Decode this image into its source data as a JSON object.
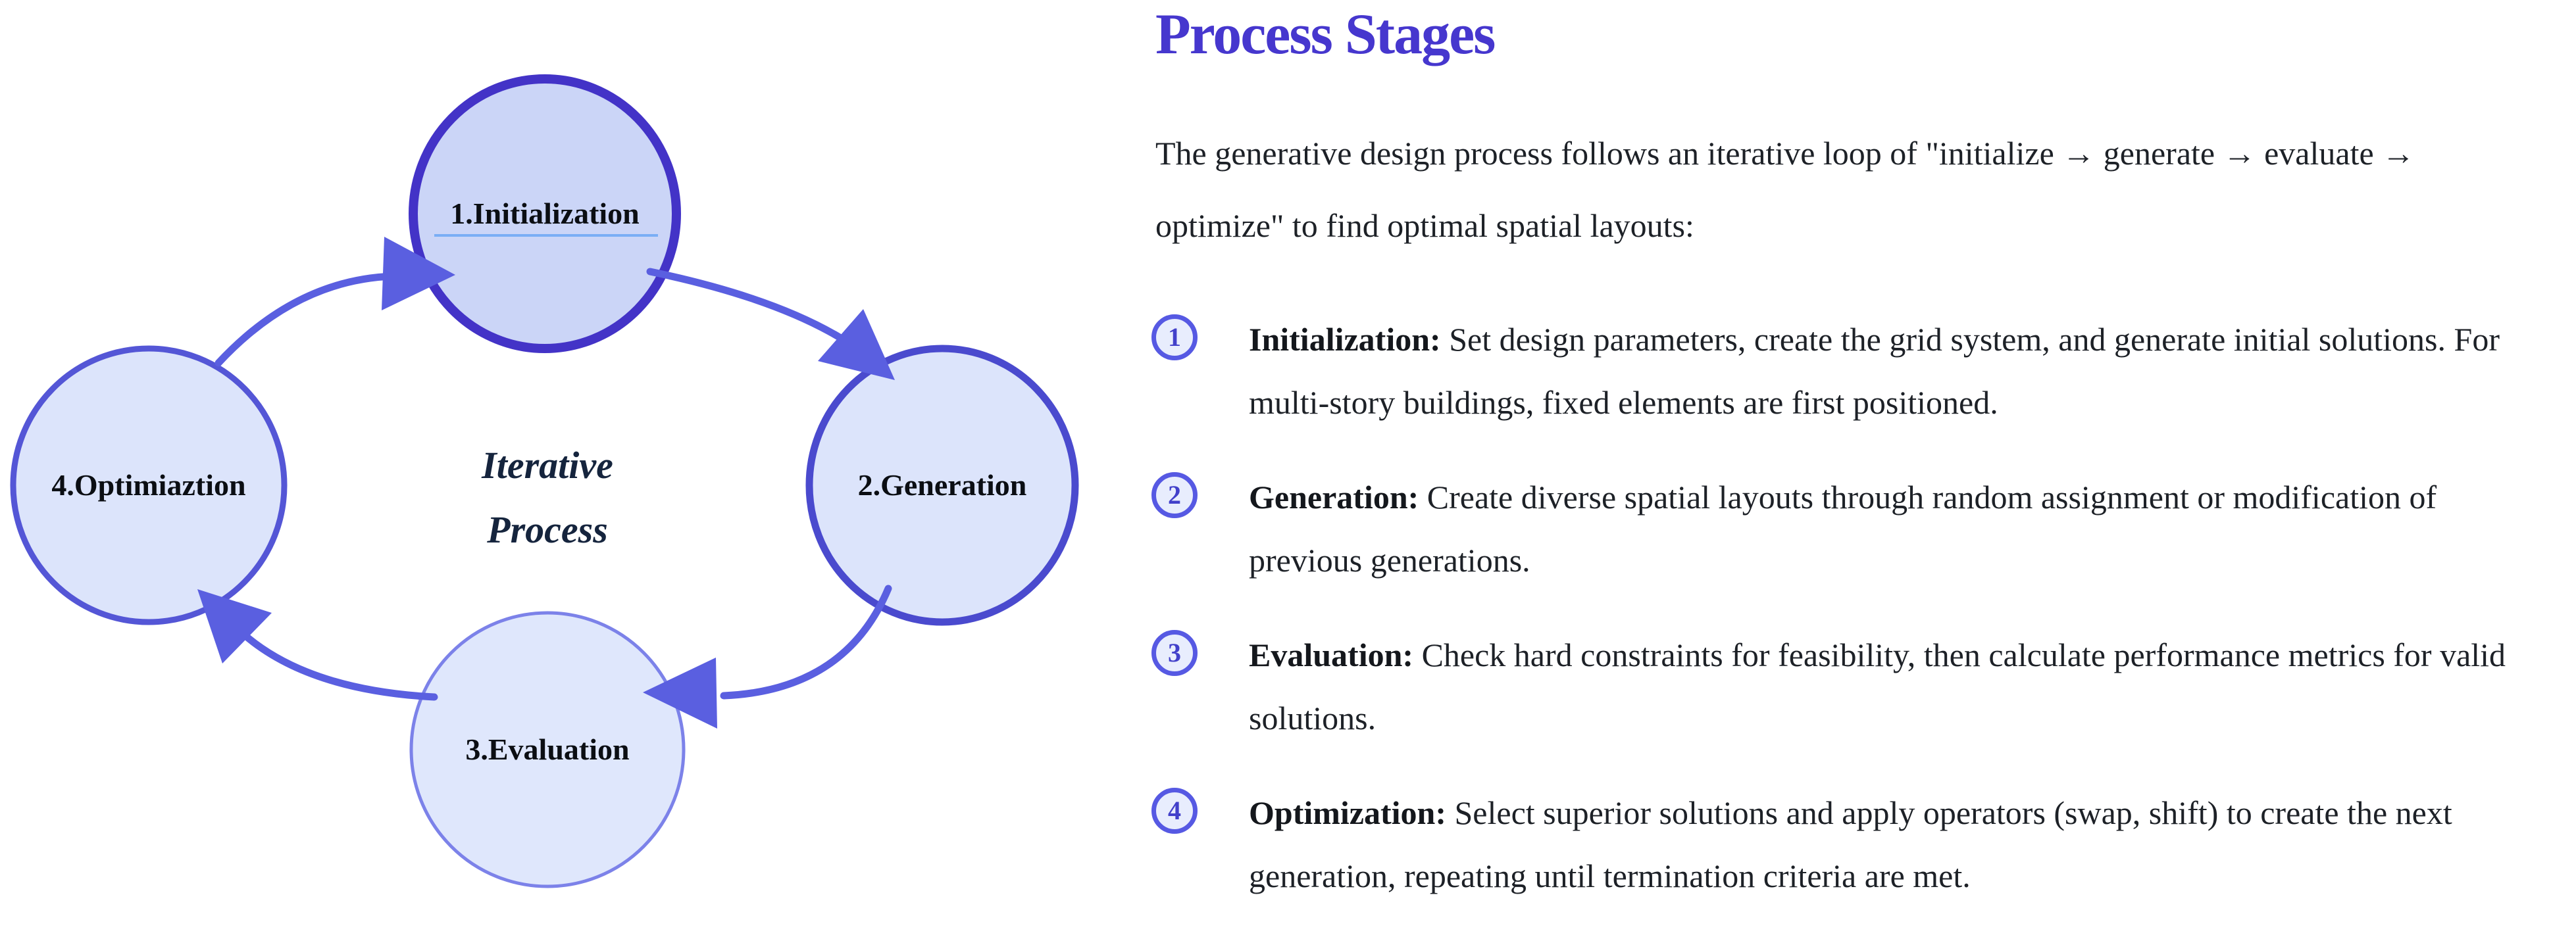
{
  "diagram": {
    "center_label": {
      "line1": "Iterative",
      "line2": "Process"
    },
    "nodes": [
      {
        "id": 1,
        "label": "1.Initialization"
      },
      {
        "id": 2,
        "label": "2.Generation"
      },
      {
        "id": 3,
        "label": "3.Evaluation"
      },
      {
        "id": 4,
        "label": "4.Optimiaztion"
      }
    ],
    "flow": "1 → 2 → 3 → 4 → 1 (clockwise iterative loop)",
    "colors": {
      "arrow": "#5a5fe0",
      "node1_stroke": "#4333c7",
      "node1_fill": "#cbd5f7",
      "node2_stroke": "#4a4ace",
      "node2_fill": "#dce4fb",
      "node3_stroke": "#7c82e9",
      "node3_fill": "#dfe7fc",
      "node4_stroke": "#5456d6",
      "node4_fill": "#dce4fb",
      "node_label_text": "#0b0e13",
      "center_text": "#15243d",
      "initialization_underline": "#7aaef5"
    }
  },
  "panel": {
    "title": "Process Stages",
    "intro": "The generative design process follows an iterative loop of \"initialize → generate → evaluate → optimize\" to find optimal spatial layouts:",
    "items": [
      {
        "num": "1",
        "title": "Initialization:",
        "desc": "Set design parameters, create the grid system, and generate initial solutions. For multi-story buildings, fixed elements are first positioned."
      },
      {
        "num": "2",
        "title": "Generation:",
        "desc": "Create diverse spatial layouts through random assignment or modification of previous generations."
      },
      {
        "num": "3",
        "title": "Evaluation:",
        "desc": "Check hard constraints for feasibility, then calculate performance metrics for valid solutions."
      },
      {
        "num": "4",
        "title": "Optimization:",
        "desc": "Select superior solutions and apply operators (swap, shift) to create the next generation, repeating until termination criteria are met."
      }
    ],
    "colors": {
      "title": "#4637ce",
      "body_text": "#1d2127",
      "badge_ring": "#5659e3",
      "badge_fill": "#e8edfd",
      "badge_number": "#4240ca"
    }
  }
}
